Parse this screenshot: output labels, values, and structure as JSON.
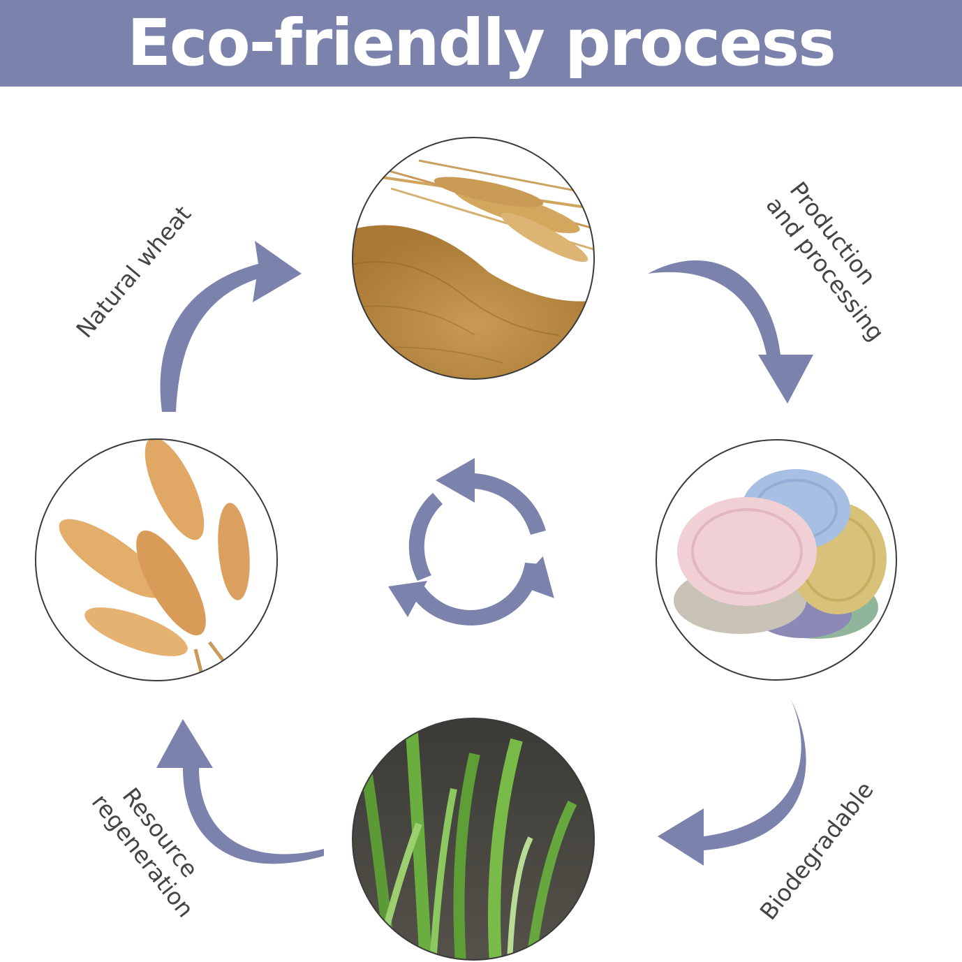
{
  "header": {
    "title": "Eco-friendly process"
  },
  "colors": {
    "banner": "#7b83ad",
    "arrow": "#7b83ad",
    "label": "#444444",
    "circle_border": "#3a3a3a"
  },
  "stages": [
    {
      "id": "wheat-grain",
      "picture": "wheat-grain-pile-photo"
    },
    {
      "id": "plates",
      "picture": "wheat-straw-plates-photo"
    },
    {
      "id": "sprouts",
      "picture": "green-wheat-sprouts-photo"
    },
    {
      "id": "wheat-ears",
      "picture": "wheat-ears-photo"
    }
  ],
  "labels": {
    "natural_wheat": "Natural wheat",
    "production_line1": "Production",
    "production_line2": "and processing",
    "biodegradable": "Biodegradable",
    "resource_line1": "Resource",
    "resource_line2": "regeneration"
  },
  "icons": {
    "center": "recycle-arrows-icon",
    "connector": "curved-arrow-icon"
  }
}
